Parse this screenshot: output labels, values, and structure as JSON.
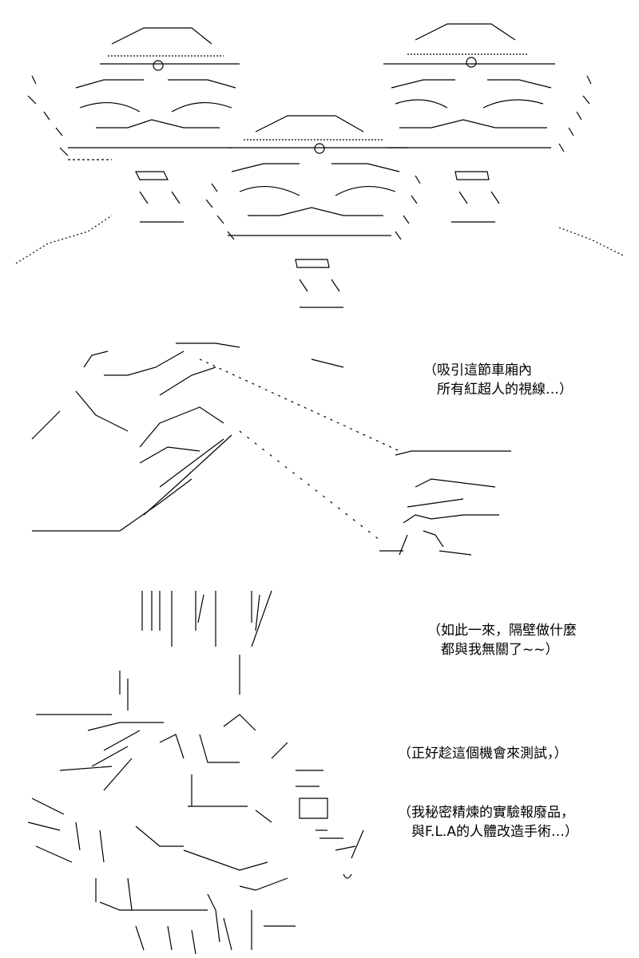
{
  "captions": {
    "panel2": "（吸引這節車廂內\n　所有紅超人的視線…）",
    "panel3_a": "（如此一來，隔壁做什麼\n　都與我無關了~~）",
    "panel3_b": "（正好趁這個機會來測試，）",
    "panel3_c": "（我秘密精煉的實驗報廢品，\n　與F.L.A的人體改造手術…）"
  }
}
